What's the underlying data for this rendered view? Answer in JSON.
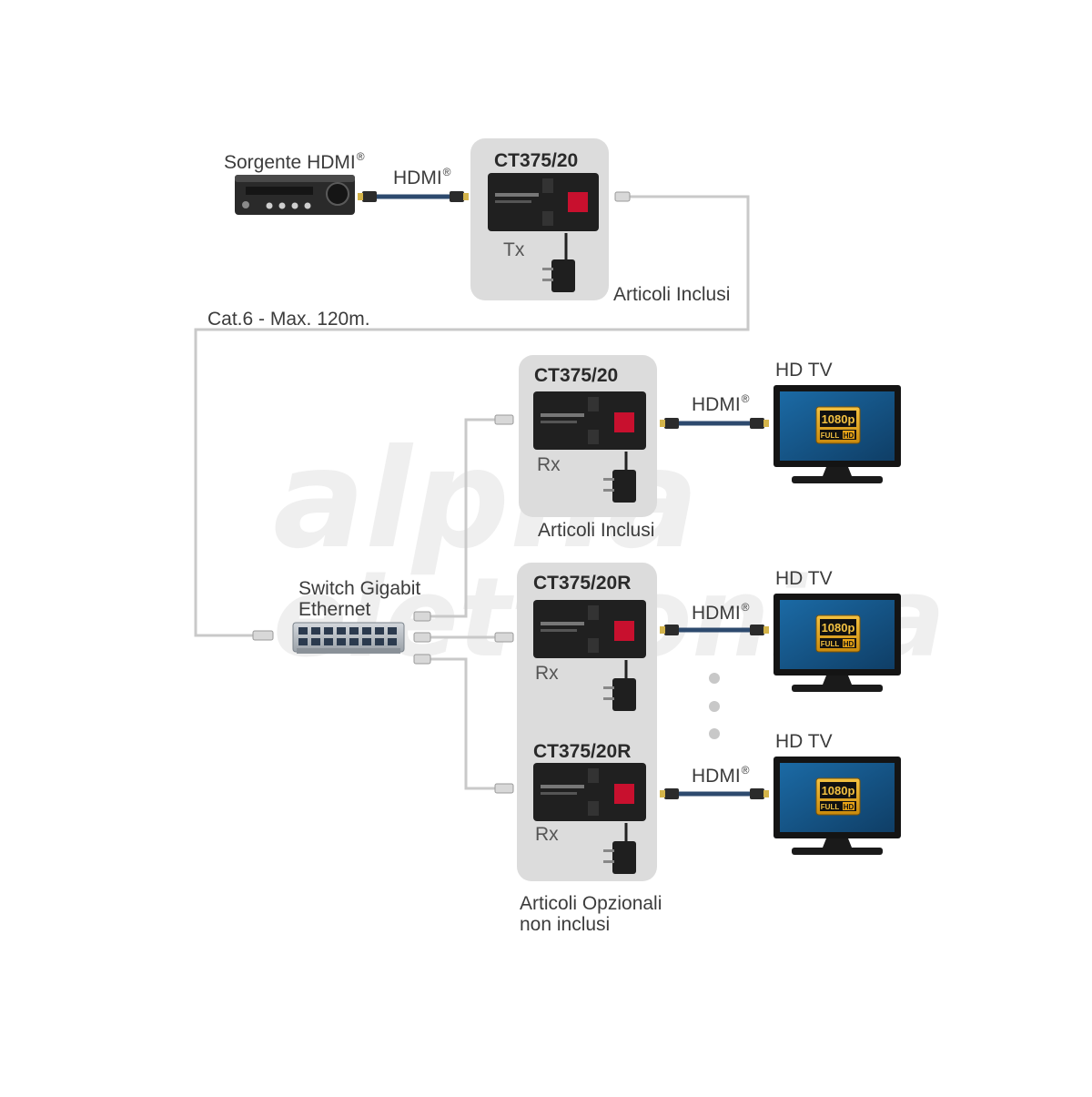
{
  "labels": {
    "source": "Sorgente HDMI",
    "hdmi": "HDMI",
    "registered": "®",
    "cable": "Cat.6 - Max. 120m.",
    "switch_line1": "Switch Gigabit",
    "switch_line2": "Ethernet",
    "included": "Articoli Inclusi",
    "optional_line1": "Articoli Opzionali",
    "optional_line2": "non inclusi",
    "hdtv": "HD TV",
    "tx": "Tx",
    "rx": "Rx",
    "res": "1080p",
    "full": "FULL",
    "hd": "HD"
  },
  "models": {
    "transmitter": "CT375/20",
    "receiver_included": "CT375/20",
    "receiver_optional_a": "CT375/20R",
    "receiver_optional_b": "CT375/20R"
  },
  "colors": {
    "panel": "#dcdcdc",
    "device": "#202020",
    "brand_red": "#c8102e",
    "cable_grey": "#c9c9c9",
    "hdmi_blue": "#2d4a6e",
    "tv_screen": "#1e5a8c",
    "badge_gold": "#e8a317"
  }
}
